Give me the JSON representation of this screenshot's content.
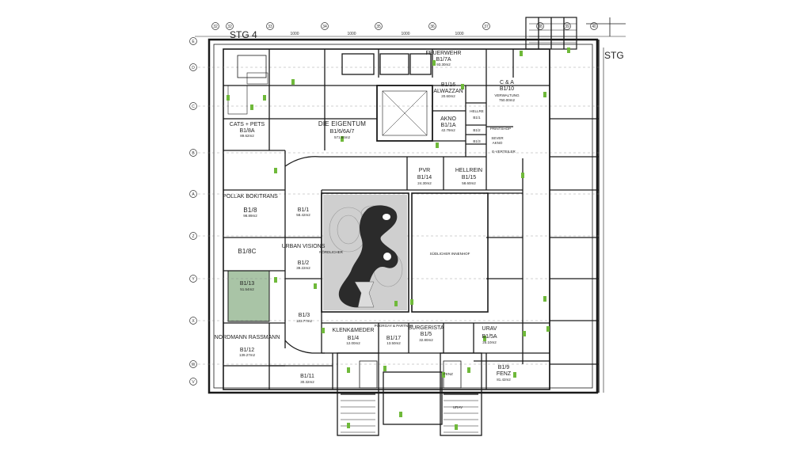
{
  "stair_labels": {
    "left": "STG 4",
    "right": "STG"
  },
  "grid_top": [
    "32",
    "32",
    "33",
    "34",
    "35",
    "36",
    "37",
    "38",
    "39",
    "40"
  ],
  "grid_left": [
    "E",
    "D",
    "C",
    "B",
    "A",
    "Z",
    "Y",
    "X",
    "W",
    "V"
  ],
  "dimension_labels": [
    "1000",
    "1000",
    "1000",
    "1000"
  ],
  "rooms": [
    {
      "name": "FEUERWEHR",
      "unit": "B1/7A",
      "area": "93.30m2"
    },
    {
      "name": "",
      "unit": "B1/16",
      "area": "20.60m2",
      "sub": "ALWAZZAN"
    },
    {
      "name": "C & A",
      "unit": "B1/10",
      "area": "750.00m2",
      "sub": "VERWALTUNG"
    },
    {
      "name": "CATS + PETS",
      "unit": "B1/8A",
      "area": "89.62m2"
    },
    {
      "name": "DIE EIGENTUM",
      "unit": "B1/6/6A/7",
      "area": "571.84m2"
    },
    {
      "name": "AKNO",
      "unit": "B1/1A",
      "area": "42.79m2"
    },
    {
      "name": "HELLREIN",
      "unit": "B1/15",
      "area": "58.60m2"
    },
    {
      "name": "PVR",
      "unit": "B1/14",
      "area": "24.30m2"
    },
    {
      "name": "POLLAK BOKITRANS",
      "unit": "B1/8",
      "area": "98.89m2"
    },
    {
      "name": "",
      "unit": "B1/1",
      "area": "58.42m2"
    },
    {
      "name": "",
      "unit": "B1/8C",
      "area": ""
    },
    {
      "name": "URBAN VISIONS",
      "unit": "B1/2",
      "area": "39.22m2"
    },
    {
      "name": "",
      "unit": "B1/13",
      "area": "51.54m2"
    },
    {
      "name": "",
      "unit": "B1/3",
      "area": "123.77m2"
    },
    {
      "name": "NORDMANN RASSMANN",
      "unit": "B1/12",
      "area": "139.27m2"
    },
    {
      "name": "KLENK&MEDER",
      "unit": "B1/4",
      "area": "12.00m2"
    },
    {
      "name": "PODRGAY & PARTNER",
      "unit": "B1/17",
      "area": "13.50m2"
    },
    {
      "name": "BURGERISTA",
      "unit": "B1/5",
      "area": "32.80m2"
    },
    {
      "name": "URAV",
      "unit": "B1/5A",
      "area": "25.10m2"
    },
    {
      "name": "",
      "unit": "B1/11",
      "area": "30.32m2"
    },
    {
      "name": "FENZ",
      "unit": "B1/9",
      "area": "81.42m2"
    }
  ],
  "small_labels": {
    "printshop": "PRINTSHOP",
    "sever": "SEVER",
    "akno_small": "AKNO",
    "b12": "B1/2",
    "b13": "B1/3",
    "helle": "HELLRE",
    "b11": "B1/1",
    "verteiler": "E-VERTEILER",
    "fenz_small": "FENZ",
    "urav_small": "URAV",
    "sudlicher": "SÜDLICHER INNENHOF",
    "nordlicher": "NÖRDLICHER"
  },
  "colors": {
    "wall": "#1a1a1a",
    "highlight": "#a9c4a6",
    "marker": "#6fb93a",
    "courtyard": "#cfcfcf",
    "blob": "#2b2b2b"
  }
}
